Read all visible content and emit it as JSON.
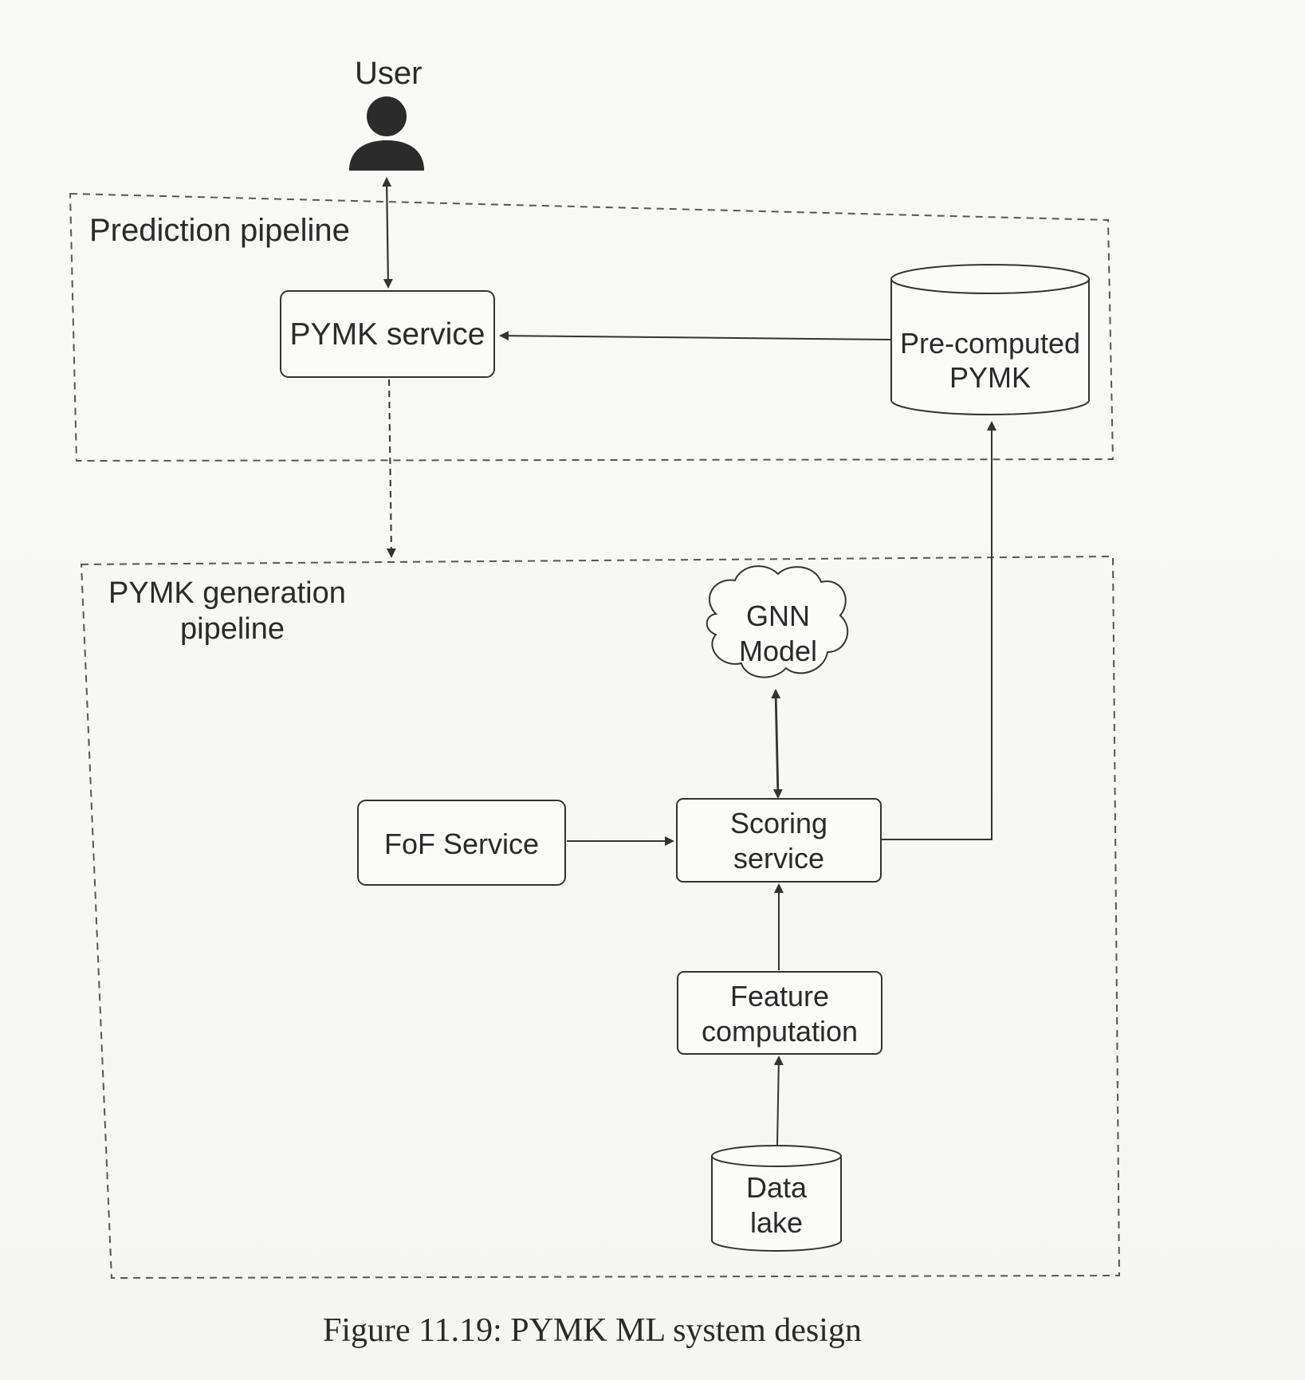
{
  "user": {
    "label": "User",
    "icon": "user-icon"
  },
  "prediction_pipeline": {
    "title": "Prediction pipeline",
    "pymk_service": "PYMK service",
    "precomputed_line1": "Pre-computed",
    "precomputed_line2": "PYMK"
  },
  "generation_pipeline": {
    "title_line1": "PYMK generation",
    "title_line2": "pipeline",
    "gnn_line1": "GNN",
    "gnn_line2": "Model",
    "fof_service": "FoF Service",
    "scoring_line1": "Scoring",
    "scoring_line2": "service",
    "feature_line1": "Feature",
    "feature_line2": "computation",
    "datalake_line1": "Data",
    "datalake_line2": "lake"
  },
  "caption": "Figure 11.19: PYMK ML system design",
  "colors": {
    "stroke": "#333333",
    "background": "#f7f7f5",
    "user_fill": "#2b2b2b"
  }
}
